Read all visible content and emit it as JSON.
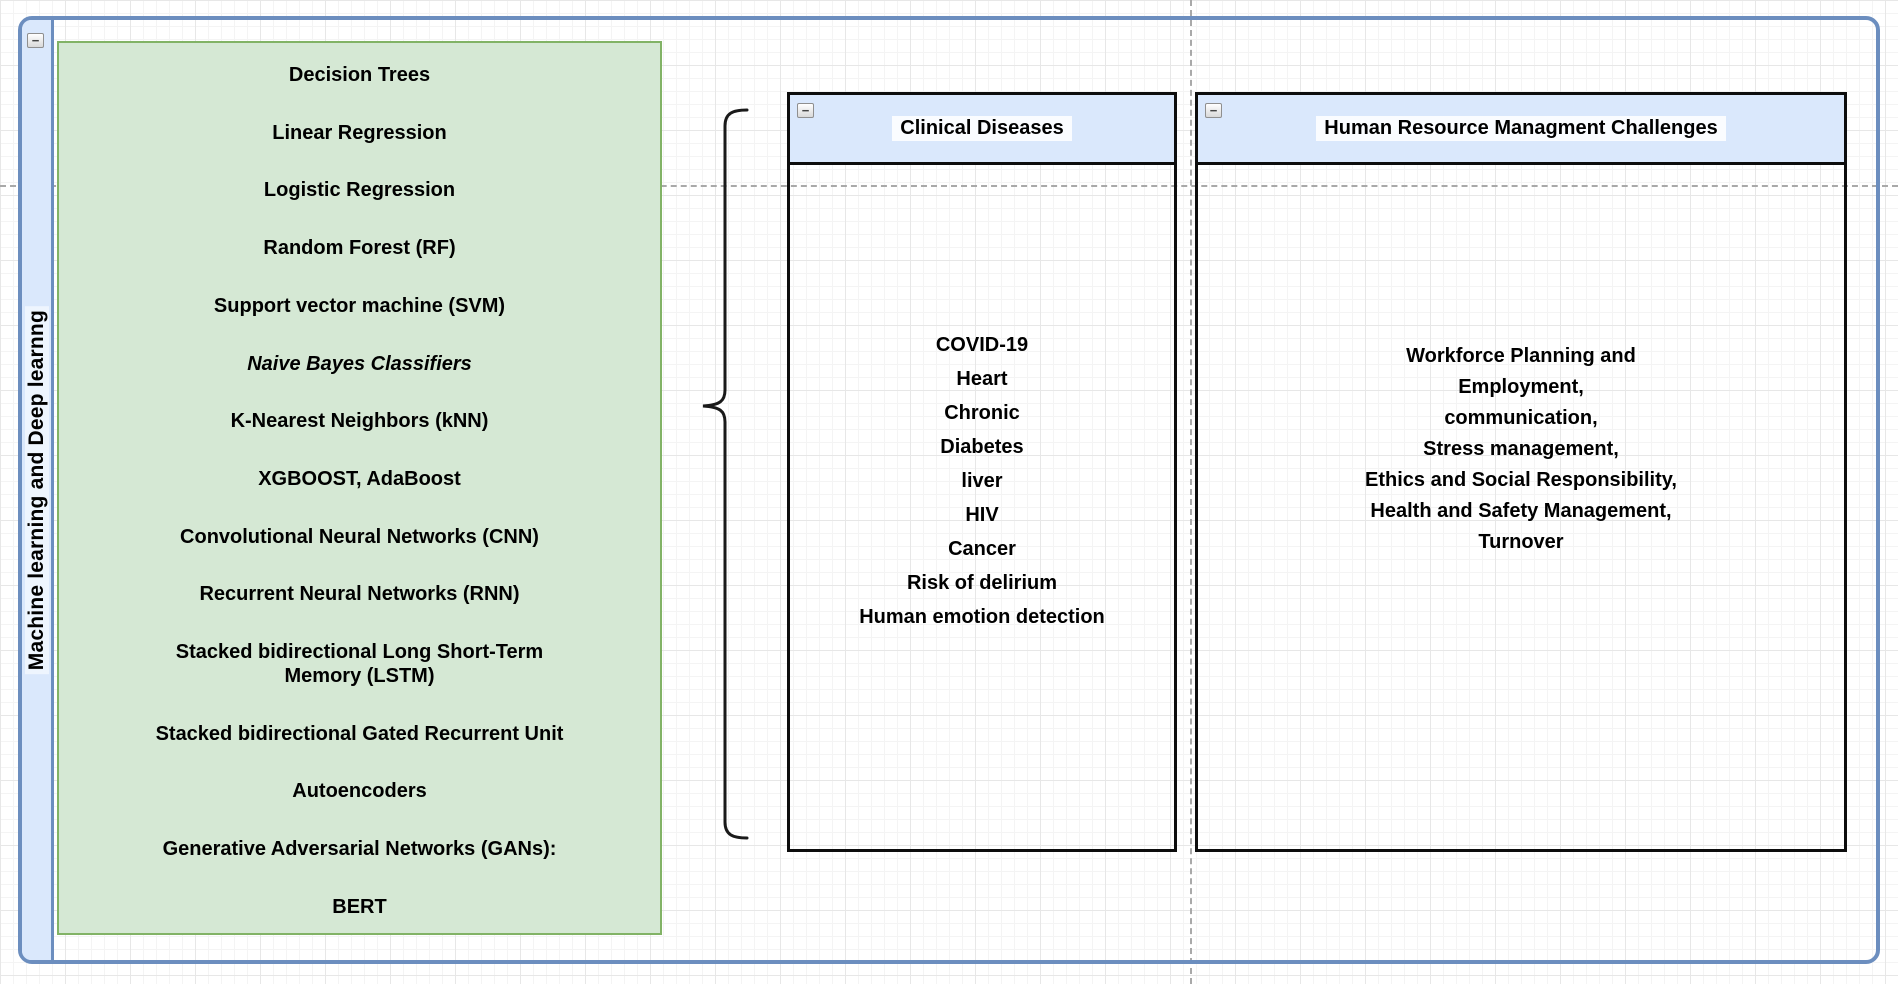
{
  "container": {
    "sidebar_label": "Machine learning and Deep learnng",
    "collapse_icon": "−",
    "border_color": "#6c8ebf",
    "sidebar_fill": "#dae8fc"
  },
  "algorithms_panel": {
    "fill": "#d5e8d4",
    "border_color": "#82b366",
    "items": [
      {
        "text": "Decision Trees"
      },
      {
        "text": "Linear Regression"
      },
      {
        "text": "Logistic Regression"
      },
      {
        "text": "Random Forest (RF)"
      },
      {
        "text": "Support vector machine (SVM)"
      },
      {
        "text": "Naive Bayes Classifiers"
      },
      {
        "text": "K-Nearest Neighbors (kNN)"
      },
      {
        "text": "XGBOOST, AdaBoost"
      },
      {
        "text": "Convolutional Neural Networks (CNN)"
      },
      {
        "text": "Recurrent Neural Networks (RNN)"
      },
      {
        "text": "Stacked bidirectional Long Short-Term\nMemory (LSTM)"
      },
      {
        "text": "Stacked bidirectional  Gated Recurrent Unit"
      },
      {
        "text": "Autoencoders"
      },
      {
        "text": "Generative Adversarial Networks (GANs):"
      },
      {
        "text": "BERT"
      }
    ]
  },
  "clinical_box": {
    "title": "Clinical Diseases",
    "collapse_icon": "−",
    "header_fill": "#dae8fc",
    "items": [
      "COVID-19",
      "Heart",
      "Chronic",
      "Diabetes",
      "liver",
      "HIV",
      "Cancer",
      "Risk of delirium",
      "Human emotion detection"
    ]
  },
  "hrm_box": {
    "title": "Human Resource Managment Challenges",
    "collapse_icon": "−",
    "header_fill": "#dae8fc",
    "lines": [
      "Workforce Planning and",
      "Employment,",
      "communication,",
      "Stress management,",
      "Ethics and Social Responsibility,",
      "Health and Safety Management,",
      "Turnover"
    ]
  }
}
